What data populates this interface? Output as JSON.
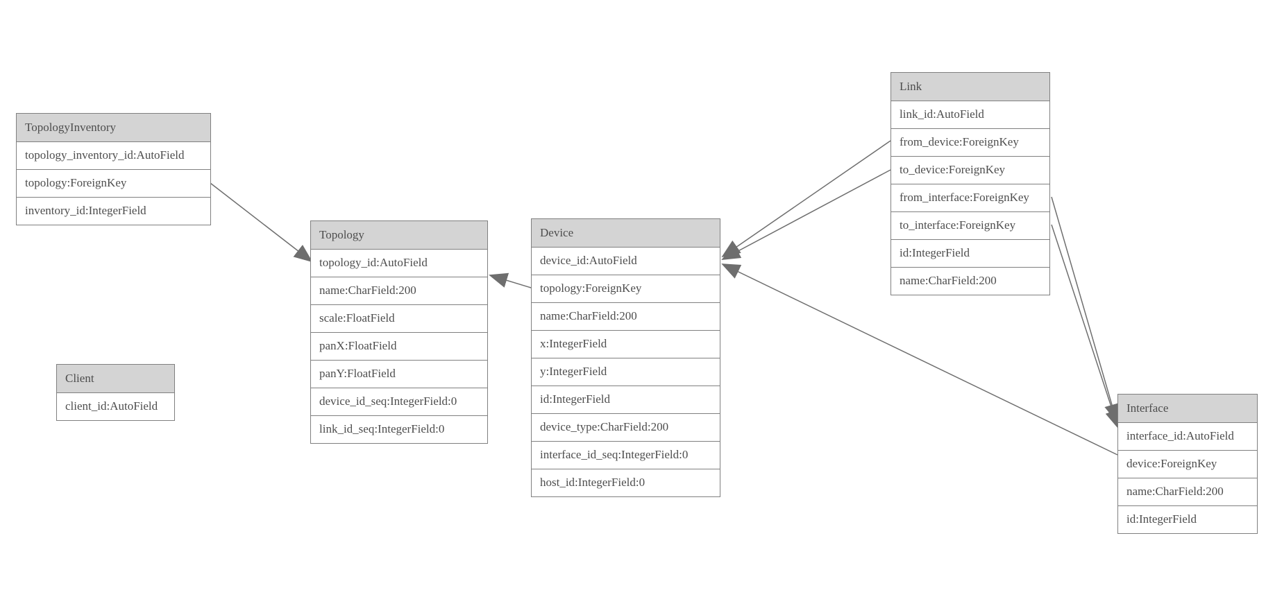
{
  "diagram": {
    "type": "entity-relationship model graph",
    "colors": {
      "header_fill": "#d4d4d4",
      "row_fill": "#ffffff",
      "border": "#7f7f7f",
      "text": "#4d4d4d",
      "connector": "#6e6e6e"
    }
  },
  "entities": {
    "topology_inventory": {
      "title": "TopologyInventory",
      "fields": [
        "topology_inventory_id:AutoField",
        "topology:ForeignKey",
        "inventory_id:IntegerField"
      ]
    },
    "topology": {
      "title": "Topology",
      "fields": [
        "topology_id:AutoField",
        "name:CharField:200",
        "scale:FloatField",
        "panX:FloatField",
        "panY:FloatField",
        "device_id_seq:IntegerField:0",
        "link_id_seq:IntegerField:0"
      ]
    },
    "client": {
      "title": "Client",
      "fields": [
        "client_id:AutoField"
      ]
    },
    "device": {
      "title": "Device",
      "fields": [
        "device_id:AutoField",
        "topology:ForeignKey",
        "name:CharField:200",
        "x:IntegerField",
        "y:IntegerField",
        "id:IntegerField",
        "device_type:CharField:200",
        "interface_id_seq:IntegerField:0",
        "host_id:IntegerField:0"
      ]
    },
    "link": {
      "title": "Link",
      "fields": [
        "link_id:AutoField",
        "from_device:ForeignKey",
        "to_device:ForeignKey",
        "from_interface:ForeignKey",
        "to_interface:ForeignKey",
        "id:IntegerField",
        "name:CharField:200"
      ]
    },
    "interface": {
      "title": "Interface",
      "fields": [
        "interface_id:AutoField",
        "device:ForeignKey",
        "name:CharField:200",
        "id:IntegerField"
      ]
    }
  },
  "relationships": [
    {
      "from": "TopologyInventory.topology",
      "to": "Topology"
    },
    {
      "from": "Device.topology",
      "to": "Topology"
    },
    {
      "from": "Link.from_device",
      "to": "Device"
    },
    {
      "from": "Link.to_device",
      "to": "Device"
    },
    {
      "from": "Interface.device",
      "to": "Device"
    },
    {
      "from": "Link.from_interface",
      "to": "Interface"
    },
    {
      "from": "Link.to_interface",
      "to": "Interface"
    }
  ]
}
